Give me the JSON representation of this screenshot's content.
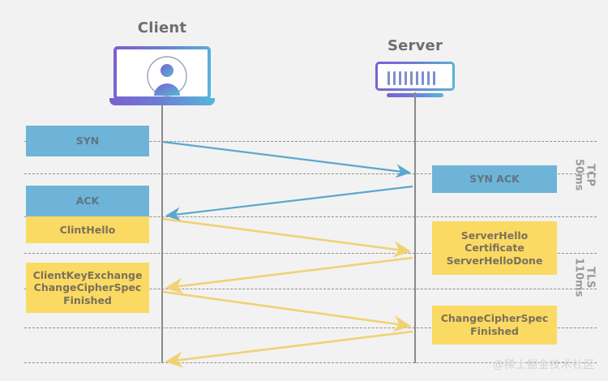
{
  "diagram": {
    "client_label": "Client",
    "server_label": "Server",
    "watermark": "@稀土掘金技术社区"
  },
  "phases": [
    {
      "name": "TCP",
      "duration": "50ms"
    },
    {
      "name": "TLS",
      "duration": "110ms"
    }
  ],
  "client_messages": [
    {
      "id": "syn",
      "label": "SYN",
      "color": "blue"
    },
    {
      "id": "ack",
      "label": "ACK",
      "color": "blue"
    },
    {
      "id": "client-hello",
      "label": "ClintHello",
      "color": "yellow"
    },
    {
      "id": "client-key-exchange",
      "label": "ClientKeyExchange\nChangeCipherSpec\nFinished",
      "color": "yellow"
    }
  ],
  "server_messages": [
    {
      "id": "syn-ack",
      "label": "SYN ACK",
      "color": "blue"
    },
    {
      "id": "server-hello",
      "label": "ServerHello\nCertificate\nServerHelloDone",
      "color": "yellow"
    },
    {
      "id": "server-change-cipher",
      "label": "ChangeCipherSpec\nFinished",
      "color": "yellow"
    }
  ],
  "arrows": [
    {
      "id": "syn",
      "direction": "client-to-server",
      "color": "#5ba7cd"
    },
    {
      "id": "syn-ack",
      "direction": "server-to-client",
      "color": "#5ba7cd"
    },
    {
      "id": "client-hello",
      "direction": "client-to-server",
      "color": "#f5d976"
    },
    {
      "id": "server-hello",
      "direction": "server-to-client",
      "color": "#f5d976"
    },
    {
      "id": "client-key-exchange",
      "direction": "client-to-server",
      "color": "#f5d976"
    },
    {
      "id": "server-finished",
      "direction": "server-to-client",
      "color": "#f5d976"
    }
  ],
  "colors": {
    "background": "#f2f2f2",
    "blue": "#6eb4d8",
    "yellow": "#fada63",
    "lifeline": "#8a8a8a",
    "dashed": "#8f8f8f",
    "title_text": "#6e6e6e",
    "vertical_label": "#9a9a9a",
    "watermark": "#d2d2d2"
  }
}
